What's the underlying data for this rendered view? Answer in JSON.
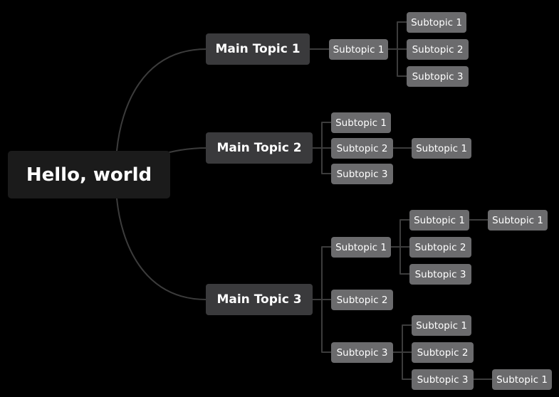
{
  "mindmap": {
    "root": "Hello, world",
    "main_topics": [
      {
        "label": "Main Topic 1",
        "subtopics": [
          {
            "label": "Subtopic 1",
            "children": [
              {
                "label": "Subtopic 1"
              },
              {
                "label": "Subtopic 2"
              },
              {
                "label": "Subtopic 3"
              }
            ]
          }
        ]
      },
      {
        "label": "Main Topic 2",
        "subtopics": [
          {
            "label": "Subtopic 1"
          },
          {
            "label": "Subtopic 2",
            "children": [
              {
                "label": "Subtopic 1"
              }
            ]
          },
          {
            "label": "Subtopic 3"
          }
        ]
      },
      {
        "label": "Main Topic 3",
        "subtopics": [
          {
            "label": "Subtopic 1",
            "children": [
              {
                "label": "Subtopic 1",
                "children": [
                  {
                    "label": "Subtopic 1"
                  }
                ]
              },
              {
                "label": "Subtopic 2"
              },
              {
                "label": "Subtopic 3"
              }
            ]
          },
          {
            "label": "Subtopic 2"
          },
          {
            "label": "Subtopic 3",
            "children": [
              {
                "label": "Subtopic 1"
              },
              {
                "label": "Subtopic 2"
              },
              {
                "label": "Subtopic 3",
                "children": [
                  {
                    "label": "Subtopic 1"
                  }
                ]
              }
            ]
          }
        ]
      }
    ]
  },
  "colors": {
    "background": "#000000",
    "root_fill": "#1b1b1b",
    "main_fill": "#3a3a3c",
    "sub_fill": "#6b6b6d",
    "line": "#3c3c3c",
    "text": "#ffffff"
  }
}
